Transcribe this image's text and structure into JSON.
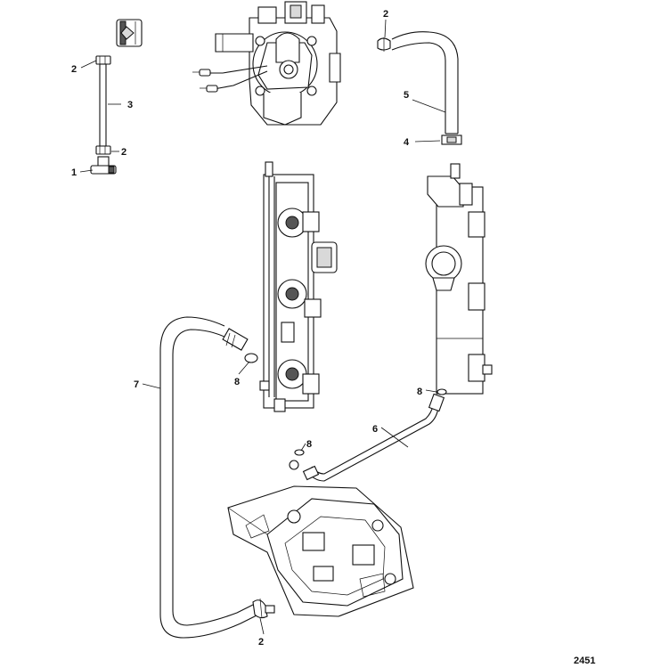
{
  "figure_number": "2451",
  "callouts": [
    {
      "id": "c1",
      "label": "1"
    },
    {
      "id": "c2a",
      "label": "2"
    },
    {
      "id": "c2b",
      "label": "2"
    },
    {
      "id": "c2c",
      "label": "2"
    },
    {
      "id": "c2d",
      "label": "2"
    },
    {
      "id": "c3",
      "label": "3"
    },
    {
      "id": "c4",
      "label": "4"
    },
    {
      "id": "c5",
      "label": "5"
    },
    {
      "id": "c6",
      "label": "6"
    },
    {
      "id": "c7",
      "label": "7"
    },
    {
      "id": "c8a",
      "label": "8"
    },
    {
      "id": "c8b",
      "label": "8"
    },
    {
      "id": "c8c",
      "label": "8"
    }
  ]
}
